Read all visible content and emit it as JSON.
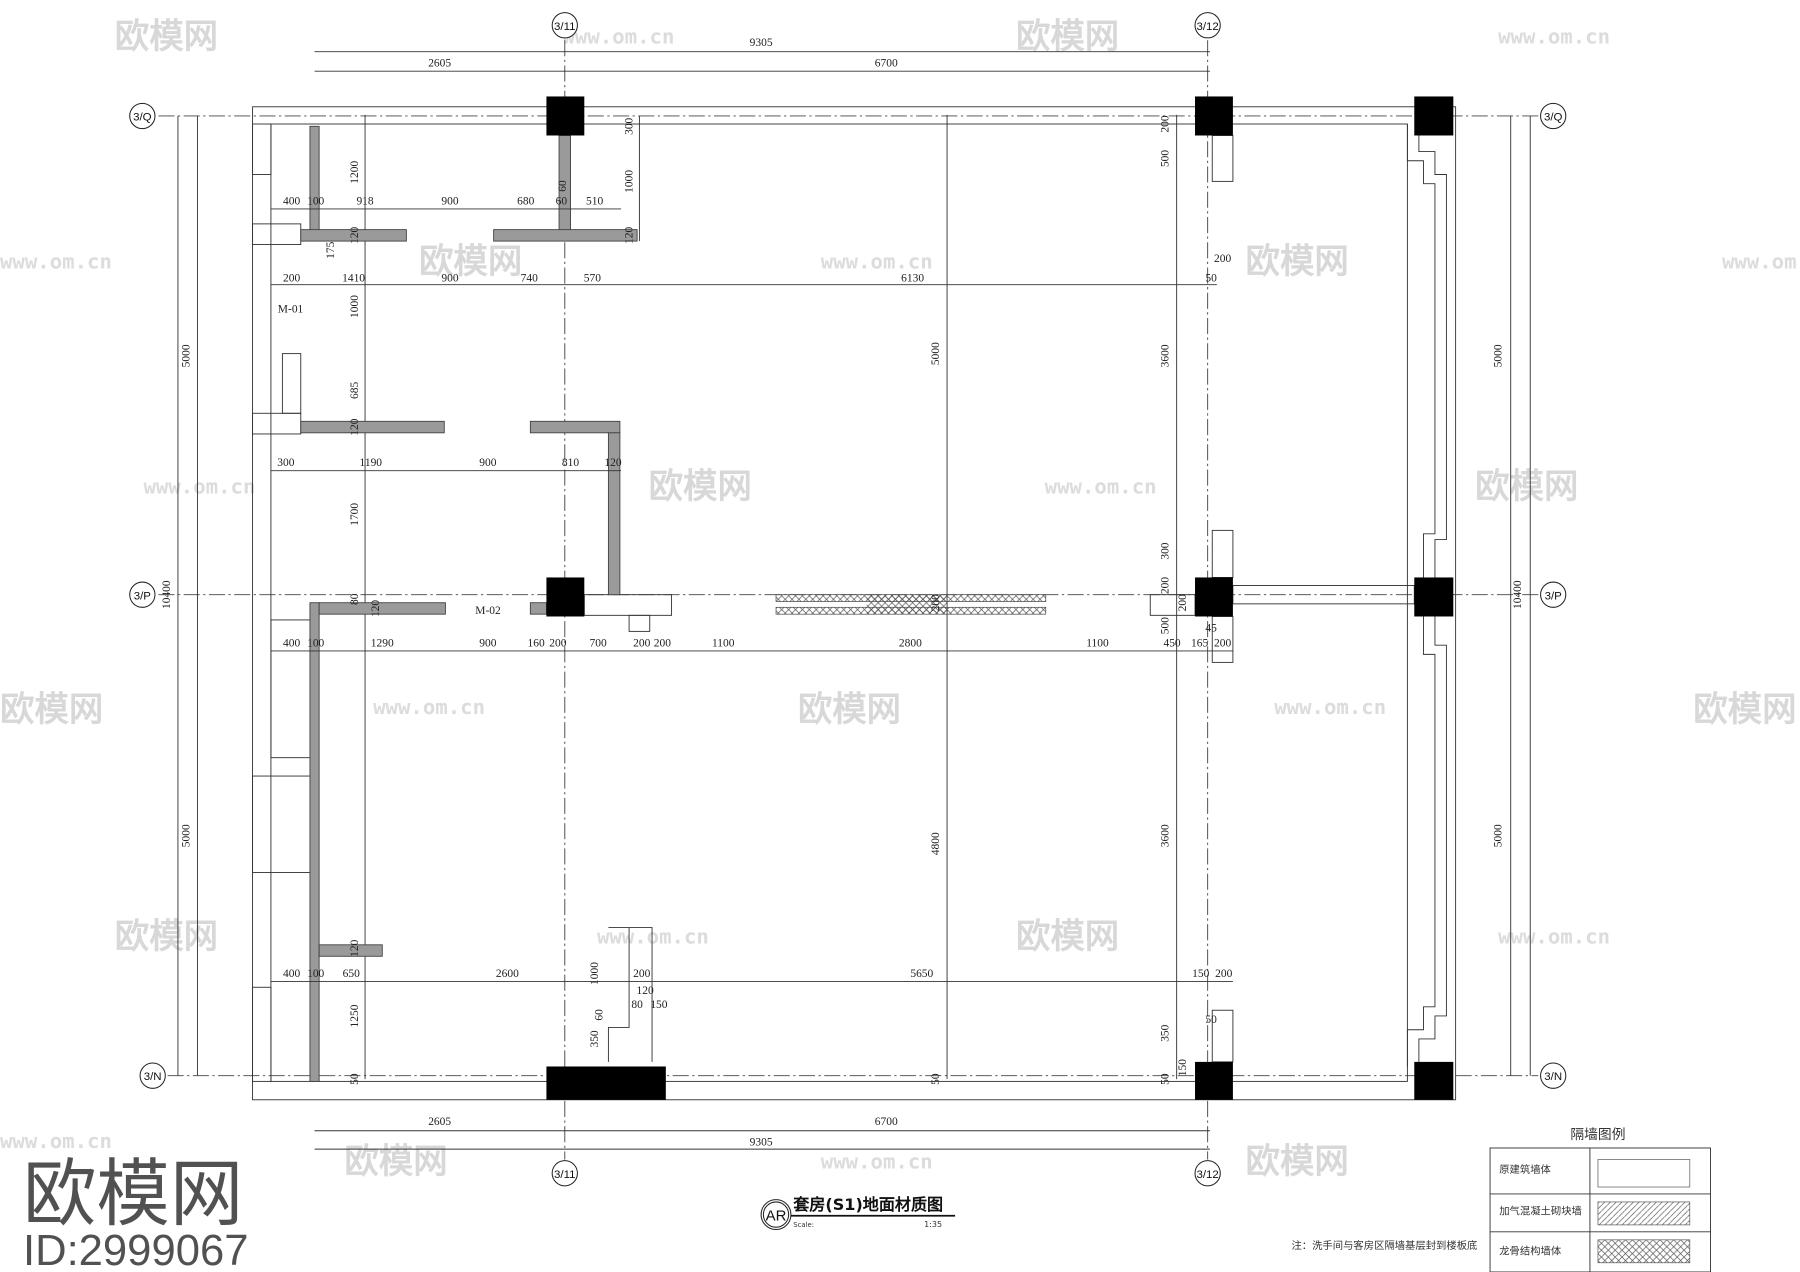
{
  "drawing": {
    "title": "套房(S1)地面材质图",
    "badge": "AR",
    "scale_label": "Scale:",
    "scale_value": "1:35",
    "note": "注：洗手间与客房区隔墙基层封到楼板底",
    "door_labels": [
      "M-01",
      "M-02"
    ],
    "grid_axes": [
      "3/11",
      "3/11",
      "3/12",
      "3/12",
      "3/Q",
      "3/Q",
      "3/P",
      "3/P",
      "3/N",
      "3/N"
    ],
    "dimensions": [
      "2605",
      "9305",
      "6700",
      "400",
      "100",
      "918",
      "900",
      "680",
      "60",
      "510",
      "200",
      "1410",
      "900",
      "740",
      "570",
      "6130",
      "50",
      "1200",
      "300",
      "1000",
      "60",
      "120",
      "175",
      "120",
      "1000",
      "685",
      "120",
      "1700",
      "80",
      "120",
      "300",
      "1190",
      "900",
      "810",
      "120",
      "400",
      "100",
      "1290",
      "900",
      "160",
      "200",
      "700",
      "200",
      "200",
      "1100",
      "2800",
      "1100",
      "450",
      "165",
      "200",
      "200",
      "500",
      "200",
      "3600",
      "300",
      "200",
      "200",
      "500",
      "45",
      "3600",
      "5000",
      "4800",
      "200",
      "5000",
      "5000",
      "10400",
      "5000",
      "5000",
      "10400",
      "400",
      "100",
      "650",
      "2600",
      "200",
      "5650",
      "150",
      "200",
      "120",
      "1250",
      "50",
      "1000",
      "120",
      "80",
      "150",
      "350",
      "60",
      "50",
      "350",
      "150",
      "50",
      "50",
      "2605",
      "6700",
      "9305"
    ]
  },
  "legend": {
    "title": "隔墙图例",
    "rows": [
      "原建筑墙体",
      "加气混凝土砌块墙",
      "龙骨结构墙体"
    ],
    "colors": {
      "wall_solid": "#000000",
      "wall_partition": "#9a9a9a"
    }
  },
  "watermark": {
    "brand": "欧模网",
    "url": "www.om.cn",
    "id": "ID:2999067"
  }
}
